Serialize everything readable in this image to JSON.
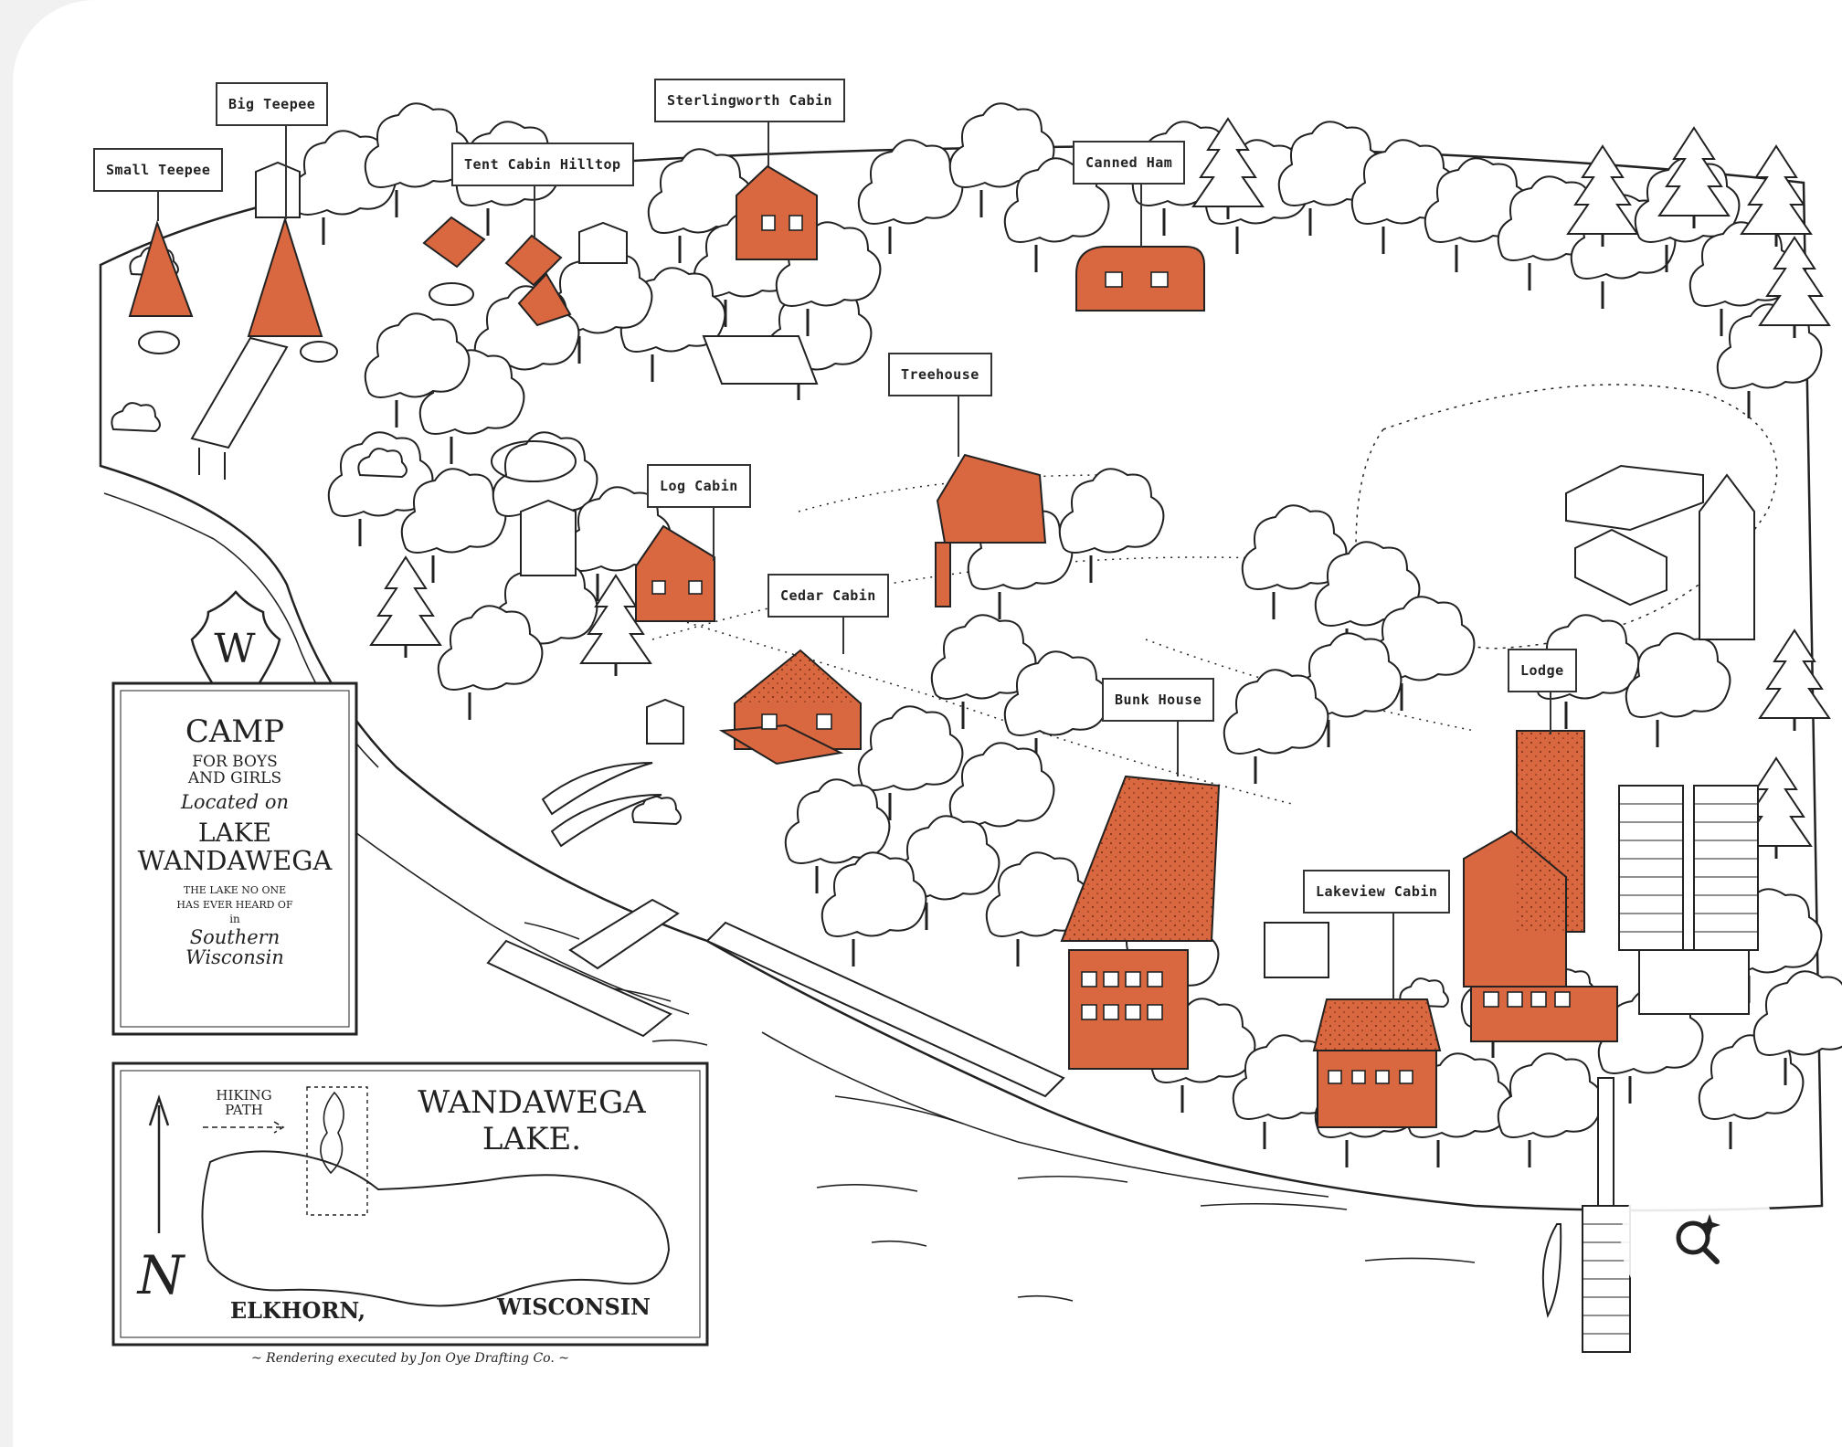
{
  "colors": {
    "building": "#d9673f",
    "ink": "#222222",
    "water": "#ffffff"
  },
  "labels": {
    "small_teepee": "Small Teepee",
    "big_teepee": "Big Teepee",
    "tent_cabin": "Tent Cabin Hilltop",
    "sterlingworth": "Sterlingworth Cabin",
    "canned_ham": "Canned Ham",
    "treehouse": "Treehouse",
    "log_cabin": "Log Cabin",
    "cedar_cabin": "Cedar Cabin",
    "bunk_house": "Bunk House",
    "lodge": "Lodge",
    "lakeview_cabin": "Lakeview Cabin"
  },
  "camp_sign": {
    "emblem": "W",
    "line1": "CAMP",
    "line2": "FOR BOYS",
    "line3": "AND GIRLS",
    "line4": "Located on",
    "line5": "LAKE",
    "line6": "WANDAWEGA",
    "line7": "THE LAKE NO ONE",
    "line8": "HAS EVER HEARD OF",
    "line9": "in",
    "line10": "Southern",
    "line11": "Wisconsin"
  },
  "inset_map": {
    "hiking_path_1": "HIKING",
    "hiking_path_2": "PATH",
    "title_1": "WANDAWEGA",
    "title_2": "LAKE.",
    "city": "ELKHORN,",
    "state": "WISCONSIN",
    "compass": "N"
  },
  "credit": "~ Rendering executed by Jon Oye Drafting Co. ~",
  "zoom_icon": "search-sparkle-icon"
}
